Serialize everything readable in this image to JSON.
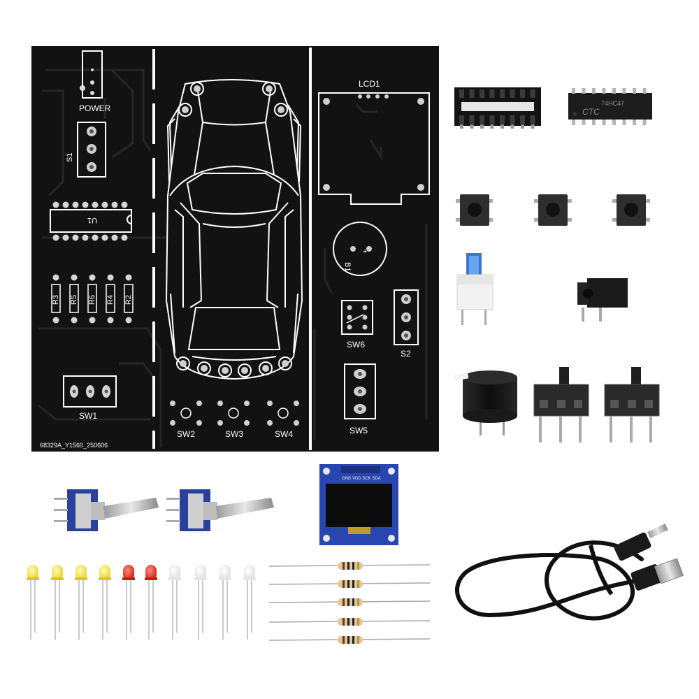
{
  "pcb": {
    "labels": {
      "power": "POWER",
      "s1": "S1",
      "u1": "U1",
      "r3": "R3",
      "r5": "R5",
      "r6": "R6",
      "r4": "R4",
      "r2": "R2",
      "sw1": "SW1",
      "sw2": "SW2",
      "sw3": "SW3",
      "sw4": "SW4",
      "sw5": "SW5",
      "sw6": "SW6",
      "s2": "S2",
      "lcd1": "LCD1",
      "b1": "B1",
      "plus": "+",
      "serial": "68329A_Y1560_250606"
    }
  },
  "ic": {
    "line1": "74HC47",
    "line2": "CTC"
  },
  "oled": {
    "pins": "GND VDD SCK SDA"
  },
  "colors": {
    "board": "#121212",
    "silk": "#ffffff",
    "trace": "#1e1e1e",
    "oled_blue": "#2746b0",
    "led_yellow": "#f2e046",
    "led_red": "#e52a1c",
    "switch_blue": "#2b3f9c"
  }
}
